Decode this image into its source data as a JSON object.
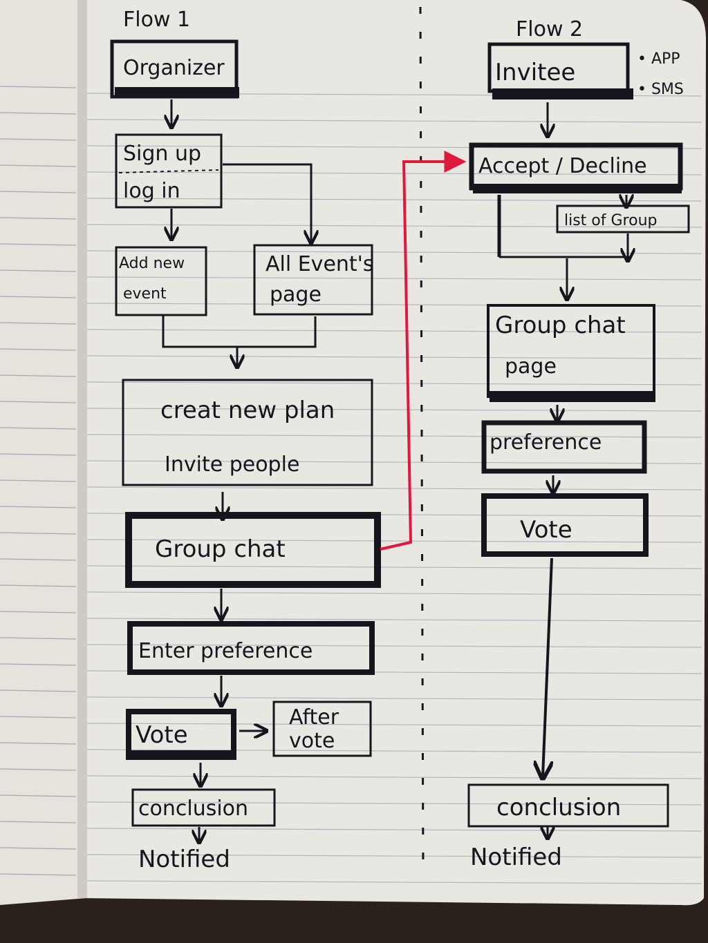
{
  "flow1": {
    "title": "Flow 1",
    "organizer": "Organizer",
    "signup": "Sign up",
    "login": "log in",
    "add_event_1": "Add new",
    "add_event_2": "event",
    "all_events_1": "All Event's",
    "all_events_2": "page",
    "create_plan": "creat new plan",
    "invite_people": "Invite people",
    "group_chat": "Group chat",
    "enter_preference": "Enter preference",
    "vote": "Vote",
    "after_vote_1": "After",
    "after_vote_2": "vote",
    "conclusion": "conclusion",
    "notified": "Notified"
  },
  "flow2": {
    "title": "Flow 2",
    "invitee": "Invitee",
    "channel_app": "• APP",
    "channel_sms": "• SMS",
    "accept_decline": "Accept / Decline",
    "list_of_group": "list of Group",
    "group_chat_1": "Group chat",
    "group_chat_2": "page",
    "preference": "preference",
    "vote": "Vote",
    "conclusion": "conclusion",
    "notified": "Notified"
  },
  "colors": {
    "ink": "#15151d",
    "paper": "#e9e7e2",
    "red_connector": "#e0183e",
    "desk": "#2b211c"
  }
}
